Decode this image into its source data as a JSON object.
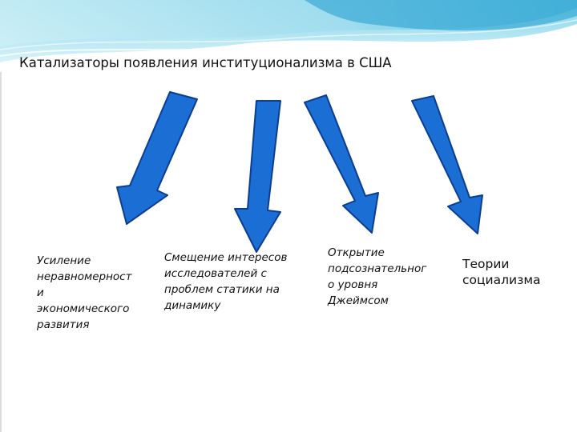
{
  "slide": {
    "title": "Катализаторы  появления институционализма в США",
    "items": [
      {
        "text": "Усиление\nнеравномерност\nи\nэкономического\nразвития"
      },
      {
        "text": "Смещение интересов\nисследователей с\nпроблем статики на\nдинамику"
      },
      {
        "text": "Открытие\nподсознательног\nо уровня\nДжеймсом"
      },
      {
        "text": "Теории\nсоциализма"
      }
    ]
  },
  "colors": {
    "arrow_fill": "#1b6fd4",
    "arrow_stroke": "#0b3d91",
    "banner_light": "#bfeaf2",
    "banner_deep": "#3fb6da"
  }
}
